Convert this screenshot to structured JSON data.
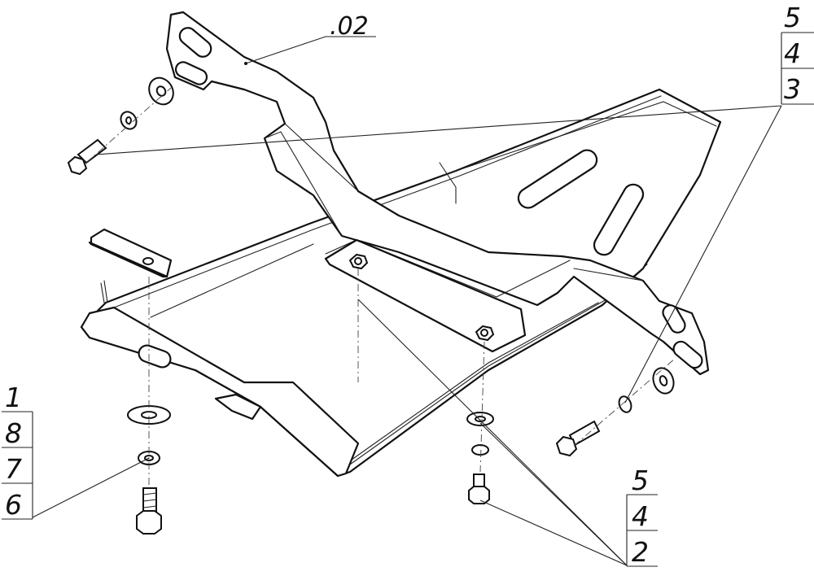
{
  "part_marker": ".02",
  "callouts": {
    "top_right": [
      "5",
      "4",
      "3"
    ],
    "bottom_left": [
      "1",
      "8",
      "7",
      "6"
    ],
    "bottom_right": [
      "5",
      "4",
      "2"
    ]
  }
}
